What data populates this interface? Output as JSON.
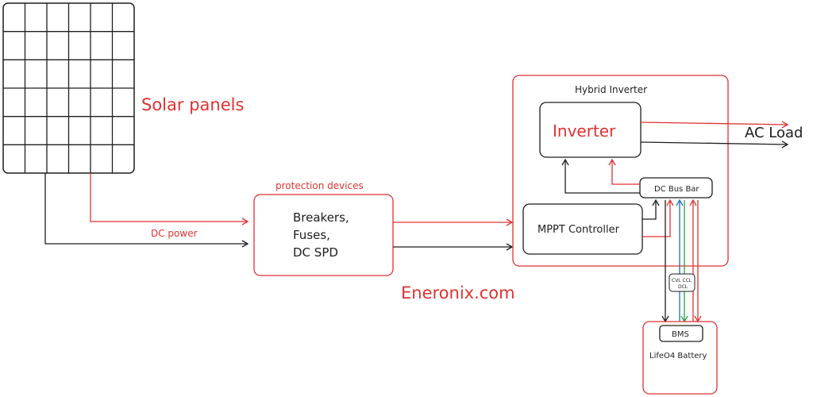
{
  "labels": {
    "solar_panels": "Solar panels",
    "dc_power": "DC power",
    "protection_devices": "protection devices",
    "breakers": "Breakers,",
    "fuses": "Fuses,",
    "dc_spd": "DC SPD",
    "watermark": "Eneronix.com",
    "hybrid_inverter": "Hybrid Inverter",
    "inverter": "Inverter",
    "ac_load": "AC Load",
    "dc_bus_bar": "DC Bus Bar",
    "mppt_controller": "MPPT Controller",
    "cvl_ccl_dcl_line1": "CVL CCL",
    "cvl_ccl_dcl_line2": "DCL",
    "bms": "BMS",
    "battery": "LifeO4 Battery"
  },
  "colors": {
    "red": "#e03131",
    "dark": "#1e1e1e",
    "blue": "#1971c2",
    "green": "#2f9e44"
  }
}
